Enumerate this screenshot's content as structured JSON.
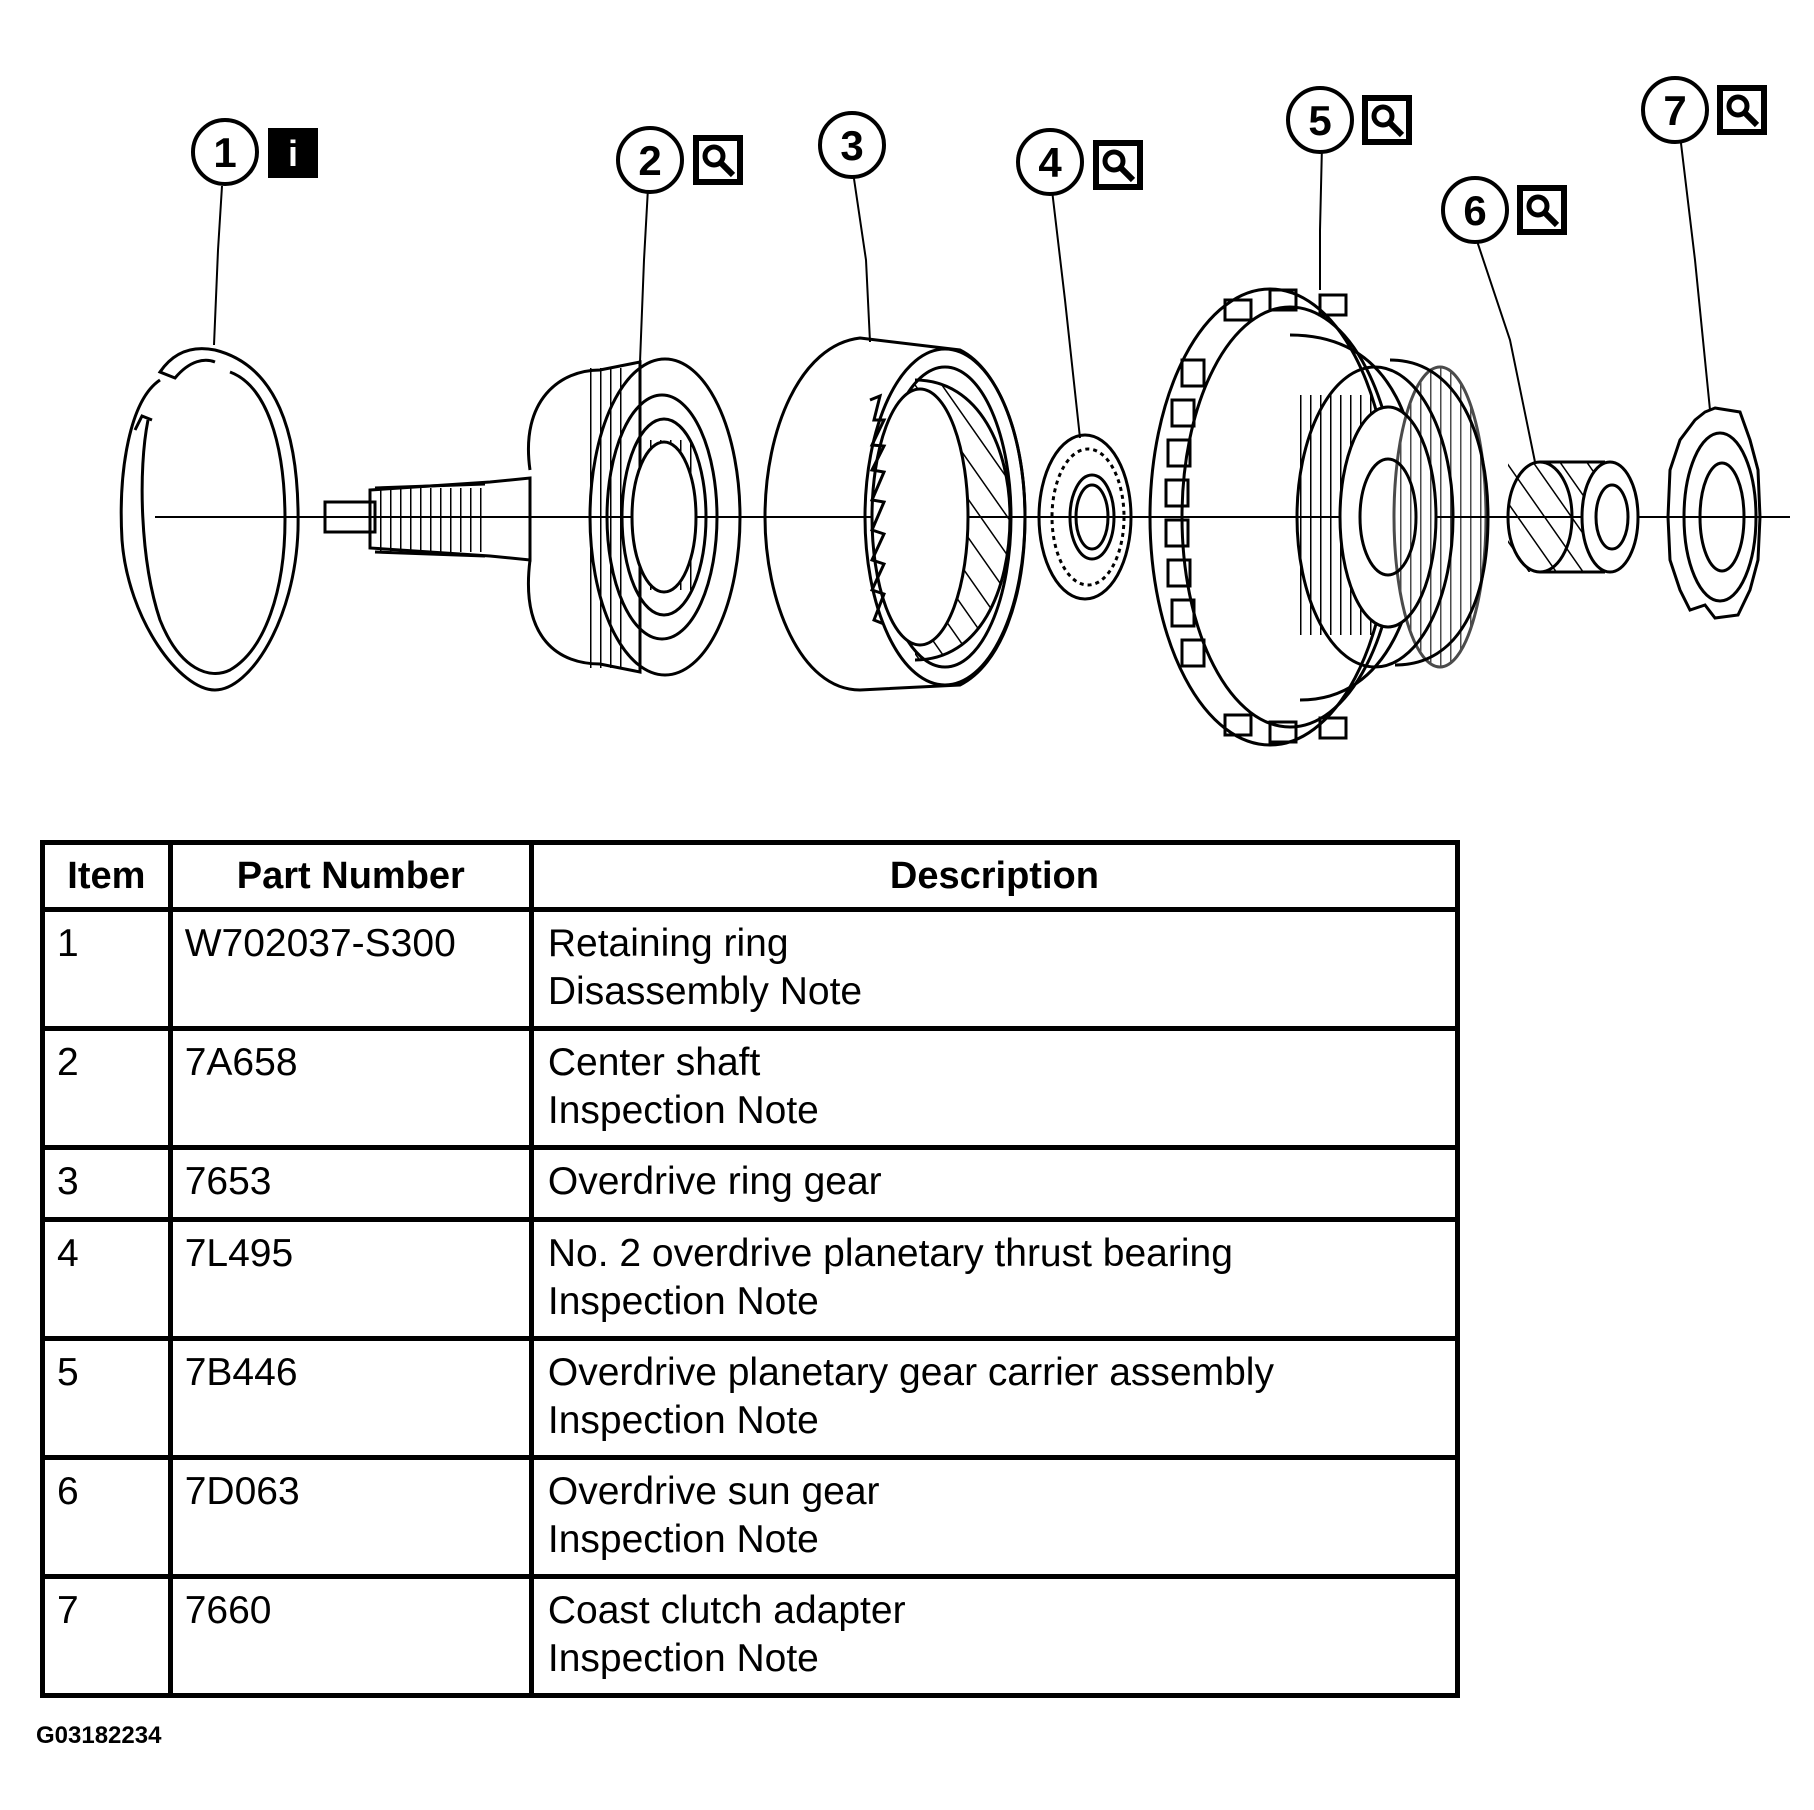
{
  "diagram": {
    "callouts": [
      {
        "label": "1",
        "icon": "info-icon",
        "icon_text": "i"
      },
      {
        "label": "2",
        "icon": "inspect-icon"
      },
      {
        "label": "3"
      },
      {
        "label": "4",
        "icon": "inspect-icon"
      },
      {
        "label": "5",
        "icon": "inspect-icon"
      },
      {
        "label": "6",
        "icon": "inspect-icon"
      },
      {
        "label": "7",
        "icon": "inspect-icon"
      }
    ]
  },
  "table": {
    "headers": [
      "Item",
      "Part Number",
      "Description"
    ],
    "rows": [
      {
        "item": "1",
        "part": "W702037-S300",
        "desc": "Retaining ring",
        "note": "Disassembly Note"
      },
      {
        "item": "2",
        "part": "7A658",
        "desc": "Center shaft",
        "note": "Inspection Note"
      },
      {
        "item": "3",
        "part": "7653",
        "desc": "Overdrive ring gear",
        "note": ""
      },
      {
        "item": "4",
        "part": "7L495",
        "desc": "No. 2 overdrive planetary thrust bearing",
        "note": "Inspection Note"
      },
      {
        "item": "5",
        "part": "7B446",
        "desc": "Overdrive planetary gear carrier assembly",
        "note": "Inspection Note"
      },
      {
        "item": "6",
        "part": "7D063",
        "desc": "Overdrive sun gear",
        "note": "Inspection Note"
      },
      {
        "item": "7",
        "part": "7660",
        "desc": "Coast clutch adapter",
        "note": "Inspection Note"
      }
    ]
  },
  "figure_code": "G03182234"
}
